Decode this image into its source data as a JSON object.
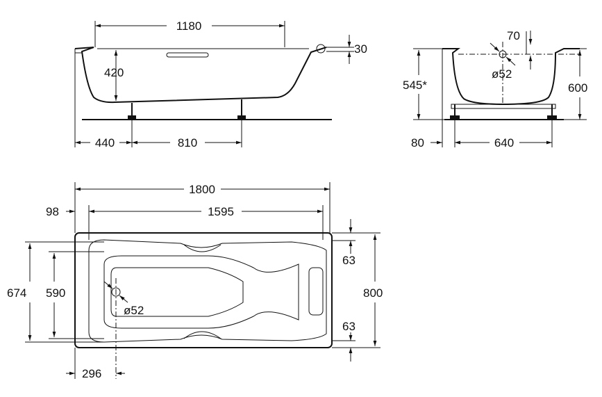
{
  "side_view": {
    "length_top": "1180",
    "rim": "30",
    "depth": "420",
    "leg_offset": "440",
    "leg_spacing": "810"
  },
  "end_view": {
    "drain_offset": "70",
    "drain_diameter": "ø52",
    "height_to_floor": "545*",
    "total_height": "600",
    "foot_offset": "80",
    "foot_spacing": "640"
  },
  "plan_view": {
    "length": "1800",
    "rim_left": "98",
    "inner_length": "1595",
    "outer_width_inner": "674",
    "inner_width": "590",
    "width": "800",
    "rim_top": "63",
    "rim_bottom": "63",
    "drain_diameter": "ø52",
    "drain_offset": "296"
  }
}
